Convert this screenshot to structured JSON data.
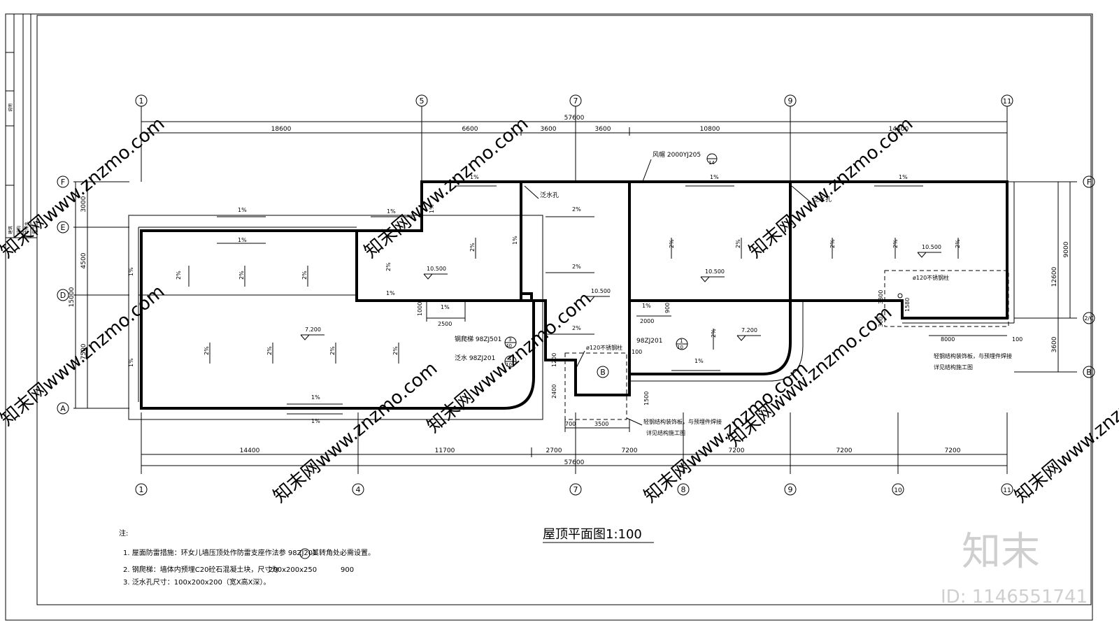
{
  "title": "屋顶平面图1:100",
  "watermark": {
    "text": "知末网www.znzmo.com",
    "logo": "知末",
    "id": "ID: 1146551741"
  },
  "title_block": {
    "labels": [
      "说明",
      "建筑",
      "结构",
      "给排水",
      "电气"
    ]
  },
  "axes": {
    "top": [
      "1",
      "5",
      "7",
      "9",
      "11"
    ],
    "bottom": [
      "1",
      "4",
      "7",
      "8",
      "9",
      "10",
      "11"
    ],
    "left": [
      "F",
      "E",
      "D",
      "A"
    ],
    "right": [
      "F",
      "2/C",
      "B"
    ],
    "inner": "B"
  },
  "dims": {
    "top_total": "57600",
    "top": [
      "18600",
      "6600",
      "3600",
      "3600",
      "10800",
      "14400"
    ],
    "bottom_total": "57600",
    "bottom": [
      "14400",
      "11700",
      "2700",
      "7200",
      "7200",
      "7200",
      "7200"
    ],
    "left": [
      "3000",
      "4500",
      "7500"
    ],
    "left_total": "15000",
    "right": [
      "9000",
      "12600",
      "3600"
    ],
    "local": [
      "1000",
      "2500",
      "2000",
      "900",
      "1200",
      "2400",
      "1500",
      "700",
      "3500",
      "100",
      "8000",
      "100",
      "300",
      "1580",
      "3300",
      "100"
    ]
  },
  "slopes": {
    "one": "1%",
    "two": "2%"
  },
  "elevations": [
    "10.500",
    "10.500",
    "10.500",
    "10.500",
    "7.200",
    "7.200"
  ],
  "labels": {
    "overflow": "泛水孔",
    "vent": "风帽 2000YJ205",
    "vent_ref": "14",
    "ladder": "钢爬梯 98ZJ501",
    "ladder_ref": [
      "3",
      "40"
    ],
    "flashing": "泛水 98ZJ201",
    "flashing_ref": [
      "1",
      "10"
    ],
    "flashing2": "98ZJ201",
    "flashing2_ref": [
      "1",
      "10"
    ],
    "steel_col": "ø120不锈钢柱",
    "steel_col2": "ø120不锈钢柱",
    "deco1": [
      "轻钢结构装饰板，与预埋件焊接",
      "详见结构施工图"
    ],
    "deco2": [
      "轻钢结构装饰板，与预埋件焊接",
      "详见结构施工图"
    ]
  },
  "notes": {
    "head": "注:",
    "items": [
      "1. 屋面防雷措施：环女儿墙压顶处作防雷支座作法参 98ZJ201",
      "其转角处必需设置。",
      "2. 钢爬梯：墙体内预埋C20砼石混凝土块，尺寸为",
      "200x200x250",
      "900",
      "3. 泛水孔尺寸：100x200x200（宽X高X深）。"
    ]
  }
}
